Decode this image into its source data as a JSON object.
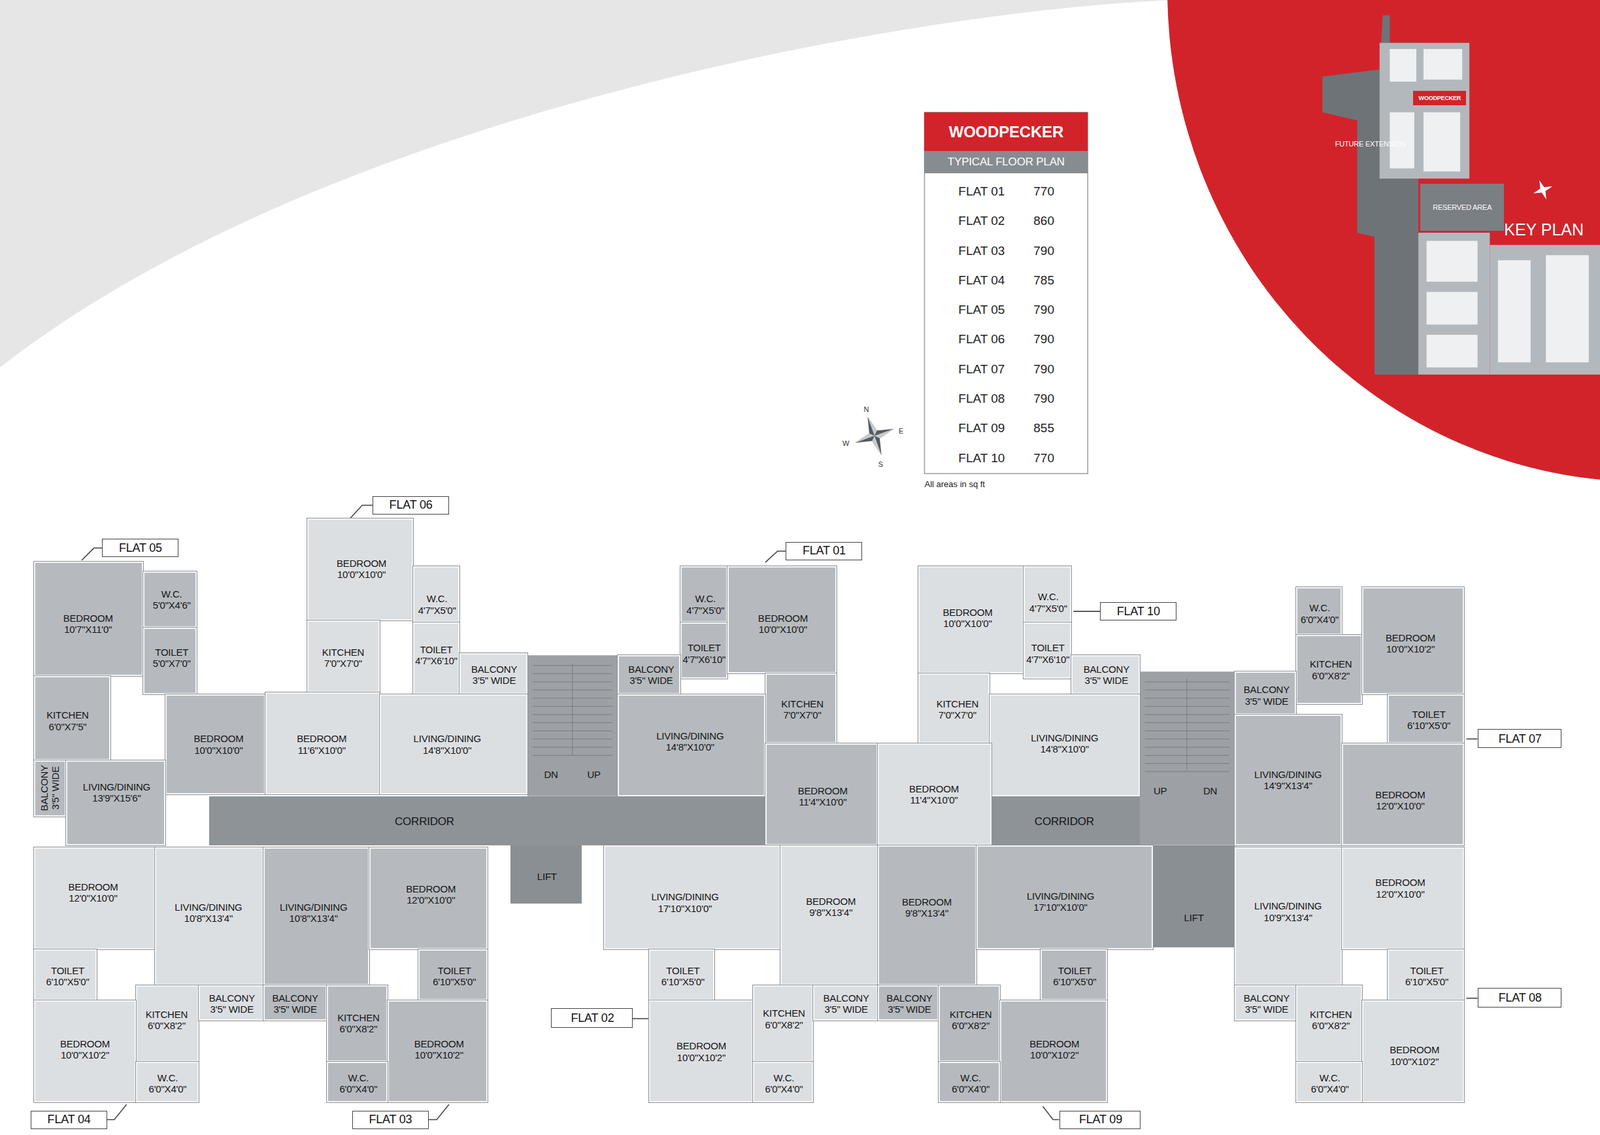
{
  "diagram": {
    "nodes": [
      {
        "text": [
          "WOODPECKER"
        ]
      },
      {
        "text": [
          "TYPICAL FLOOR PLAN"
        ]
      },
      {
        "text": [
          "FUTURE EXTENSION"
        ]
      },
      {
        "text": [
          "WOODPECKER"
        ]
      },
      {
        "text": [
          "RESERVED AREA"
        ]
      },
      {
        "text": [
          "FLAT 06"
        ]
      },
      {
        "text": [
          "FLAT 05"
        ]
      },
      {
        "text": [
          "FLAT 01"
        ]
      },
      {
        "text": [
          "FLAT 10"
        ]
      },
      {
        "text": [
          "FLAT 07"
        ]
      },
      {
        "text": [
          "BEDROOM",
          "10'7\"X11'0\""
        ]
      },
      {
        "text": [
          "W.C.",
          "5'0\"X4'6\""
        ]
      },
      {
        "text": [
          "TOILET",
          "5'0\"X7'0\""
        ]
      },
      {
        "text": [
          "KITCHEN",
          "6'0\"X7'5\""
        ]
      },
      {
        "text": [
          "BEDROOM",
          "10'0\"X10'0\""
        ]
      },
      {
        "text": [
          "BALCONY",
          "3'5\" WIDE"
        ]
      },
      {
        "text": [
          "LIVING/DINING",
          "13'9\"X15'6\""
        ]
      },
      {
        "text": [
          "BEDROOM",
          "10'0\"X10'0\""
        ]
      },
      {
        "text": [
          "W.C.",
          "4'7\"X5'0\""
        ]
      },
      {
        "text": [
          "TOILET",
          "4'7\"X6'10\""
        ]
      },
      {
        "text": [
          "KITCHEN",
          "7'0\"X7'0\""
        ]
      },
      {
        "text": [
          "BALCONY",
          "3'5\" WIDE"
        ]
      },
      {
        "text": [
          "BEDROOM",
          "11'6\"X10'0\""
        ]
      },
      {
        "text": [
          "LIVING/DINING",
          "14'8\"X10'0\""
        ]
      },
      {
        "text": [
          "DN",
          "UP"
        ]
      },
      {
        "text": [
          "CORRIDOR"
        ]
      },
      {
        "text": [
          "LIFT"
        ]
      },
      {
        "text": [
          "W.C.",
          "4'7\"X5'0\""
        ]
      },
      {
        "text": [
          "TOILET",
          "4'7\"X6'10\""
        ]
      },
      {
        "text": [
          "BEDROOM",
          "10'0\"X10'0\""
        ]
      },
      {
        "text": [
          "BALCONY",
          "3'5\" WIDE"
        ]
      },
      {
        "text": [
          "KITCHEN",
          "7'0\"X7'0\""
        ]
      },
      {
        "text": [
          "LIVING/DINING",
          "14'8\"X10'0\""
        ]
      },
      {
        "text": [
          "BEDROOM",
          "11'4\"X10'0\""
        ]
      },
      {
        "text": [
          "BEDROOM",
          "10'0\"X10'0\""
        ]
      },
      {
        "text": [
          "W.C.",
          "4'7\"X5'0\""
        ]
      },
      {
        "text": [
          "TOILET",
          "4'7\"X6'10\""
        ]
      },
      {
        "text": [
          "BALCONY",
          "3'5\" WIDE"
        ]
      },
      {
        "text": [
          "KITCHEN",
          "7'0\"X7'0\""
        ]
      },
      {
        "text": [
          "LIVING/DINING",
          "14'8\"X10'0\""
        ]
      },
      {
        "text": [
          "BEDROOM",
          "11'4\"X10'0\""
        ]
      },
      {
        "text": [
          "CORRIDOR"
        ]
      },
      {
        "text": [
          "UP",
          "DN"
        ]
      },
      {
        "text": [
          "LIFT"
        ]
      },
      {
        "text": [
          "W.C.",
          "6'0\"X4'0\""
        ]
      },
      {
        "text": [
          "KITCHEN",
          "6'0\"X8'2\""
        ]
      },
      {
        "text": [
          "BEDROOM",
          "10'0\"X10'2\""
        ]
      },
      {
        "text": [
          "BALCONY",
          "3'5\" WIDE"
        ]
      },
      {
        "text": [
          "TOILET",
          "6'10\"X5'0\""
        ]
      },
      {
        "text": [
          "LIVING/DINING",
          "14'9\"X13'4\""
        ]
      },
      {
        "text": [
          "BEDROOM",
          "12'0\"X10'0\""
        ]
      },
      {
        "text": [
          "BEDROOM",
          "12'0\"X10'0\""
        ]
      },
      {
        "text": [
          "LIVING/DINING",
          "10'8\"X13'4\""
        ]
      },
      {
        "text": [
          "TOILET",
          "6'10\"X5'0\""
        ]
      },
      {
        "text": [
          "KITCHEN",
          "6'0\"X8'2\""
        ]
      },
      {
        "text": [
          "BALCONY",
          "3'5\" WIDE"
        ]
      },
      {
        "text": [
          "BEDROOM",
          "10'0\"X10'2\""
        ]
      },
      {
        "text": [
          "W.C.",
          "6'0\"X4'0\""
        ]
      },
      {
        "text": [
          "LIVING/DINING",
          "10'8\"X13'4\""
        ]
      },
      {
        "text": [
          "BEDROOM",
          "12'0\"X10'0\""
        ]
      },
      {
        "text": [
          "BALCONY",
          "3'5\" WIDE"
        ]
      },
      {
        "text": [
          "KITCHEN",
          "6'0\"X8'2\""
        ]
      },
      {
        "text": [
          "TOILET",
          "6'10\"X5'0\""
        ]
      },
      {
        "text": [
          "BEDROOM",
          "10'0\"X10'2\""
        ]
      },
      {
        "text": [
          "W.C.",
          "6'0\"X4'0\""
        ]
      },
      {
        "text": [
          "LIVING/DINING",
          "17'10\"X10'0\""
        ]
      },
      {
        "text": [
          "BEDROOM",
          "9'8\"X13'4\""
        ]
      },
      {
        "text": [
          "TOILET",
          "6'10\"X5'0\""
        ]
      },
      {
        "text": [
          "BEDROOM",
          "10'0\"X10'2\""
        ]
      },
      {
        "text": [
          "KITCHEN",
          "6'0\"X8'2\""
        ]
      },
      {
        "text": [
          "BALCONY",
          "3'5\" WIDE"
        ]
      },
      {
        "text": [
          "W.C.",
          "6'0\"X4'0\""
        ]
      },
      {
        "text": [
          "FLAT 02"
        ]
      },
      {
        "text": [
          "BEDROOM",
          "9'8\"X13'4\""
        ]
      },
      {
        "text": [
          "LIVING/DINING",
          "17'10\"X10'0\""
        ]
      },
      {
        "text": [
          "BALCONY",
          "3'5\" WIDE"
        ]
      },
      {
        "text": [
          "KITCHEN",
          "6'0\"X8'2\""
        ]
      },
      {
        "text": [
          "TOILET",
          "6'10\"X5'0\""
        ]
      },
      {
        "text": [
          "BEDROOM",
          "10'0\"X10'2\""
        ]
      },
      {
        "text": [
          "W.C.",
          "6'0\"X4'0\""
        ]
      },
      {
        "text": [
          "LIVING/DINING",
          "10'9\"X13'4\""
        ]
      },
      {
        "text": [
          "BEDROOM",
          "12'0\"X10'0\""
        ]
      },
      {
        "text": [
          "TOILET",
          "6'10\"X5'0\""
        ]
      },
      {
        "text": [
          "BALCONY",
          "3'5\" WIDE"
        ]
      },
      {
        "text": [
          "KITCHEN",
          "6'0\"X8'2\""
        ]
      },
      {
        "text": [
          "BEDROOM",
          "10'0\"X10'2\""
        ]
      },
      {
        "text": [
          "W.C.",
          "6'0\"X4'0\""
        ]
      },
      {
        "text": [
          "FLAT 08"
        ]
      },
      {
        "text": [
          "FLAT 04"
        ]
      },
      {
        "text": [
          "FLAT 03"
        ]
      },
      {
        "text": [
          "FLAT 09"
        ]
      }
    ],
    "labels": [
      "FLAT 01",
      "770",
      "FLAT 02",
      "860",
      "FLAT 03",
      "790",
      "FLAT 04",
      "785",
      "FLAT 05",
      "790",
      "FLAT 06",
      "790",
      "FLAT 07",
      "790",
      "FLAT 08",
      "790",
      "FLAT 09",
      "855",
      "FLAT 10",
      "770",
      "All areas in sq ft",
      "N",
      "E",
      "S",
      "W",
      "KEY PLAN"
    ]
  }
}
